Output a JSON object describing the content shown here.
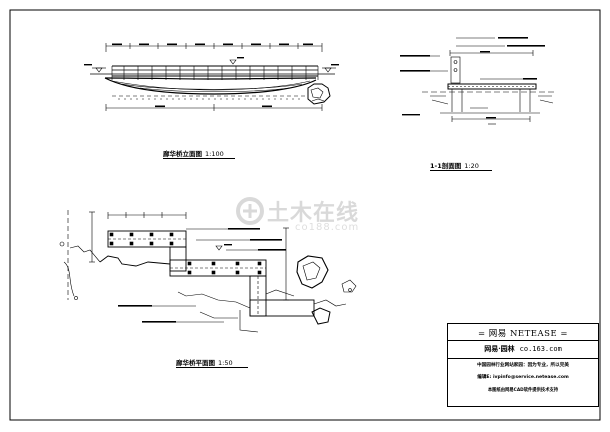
{
  "drawings": {
    "elevation": {
      "title": "廊华桥立面图",
      "scale": "1:100"
    },
    "section": {
      "title": "1-1剖面图",
      "scale": "1:20"
    },
    "plan": {
      "title": "廊华桥平面图",
      "scale": "1:50"
    }
  },
  "title_block": {
    "row1": "= 网易  NETEASE =",
    "row2_name": "网易·园林",
    "row2_url": "co.163.com",
    "row3": "中国园林行业网站家园：因为专业，所以完美",
    "row4": "编辑E: ivpinfo@service.netease.com",
    "row5": "本图纸由网易CAD软件提供技术支持"
  },
  "watermark": {
    "text": "土木在线",
    "sub": "co188.com"
  },
  "colors": {
    "line": "#000000",
    "paper": "#ffffff",
    "watermark": "#7a7a7a"
  }
}
